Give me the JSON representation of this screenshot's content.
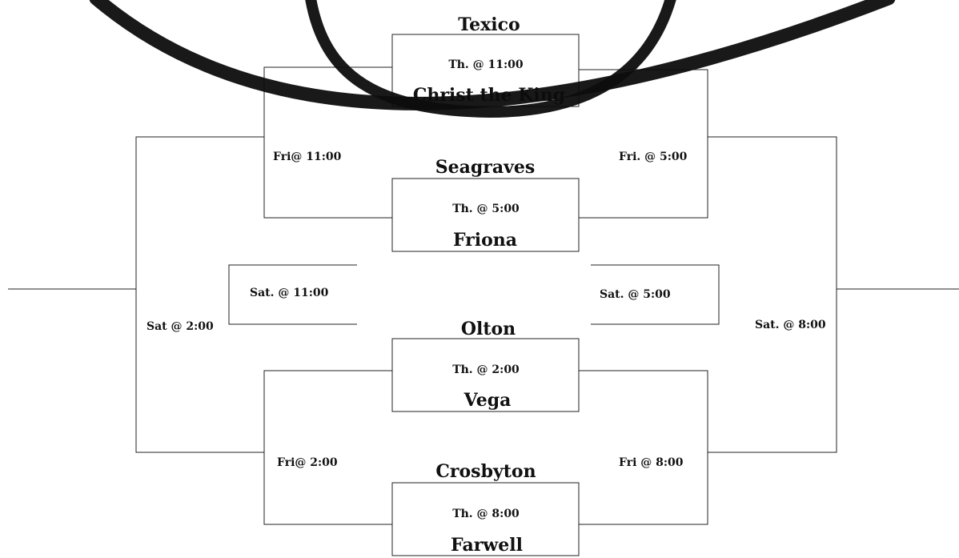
{
  "teams": {
    "texico": "Texico",
    "christ_the_king": "Christ the King",
    "seagraves": "Seagraves",
    "friona": "Friona",
    "olton": "Olton",
    "vega": "Vega",
    "crosbyton": "Crosbyton",
    "farwell": "Farwell"
  },
  "games": {
    "thu_1": "Th. @ 11:00",
    "thu_2": "Th. @ 5:00",
    "thu_3": "Th. @ 2:00",
    "thu_4": "Th. @ 8:00",
    "fri_left_top": "Fri@ 11:00",
    "fri_right_top": "Fri. @ 5:00",
    "fri_left_bottom": "Fri@ 2:00",
    "fri_right_bottom": "Fri @ 8:00",
    "sat_left_inner": "Sat. @ 11:00",
    "sat_right_inner": "Sat. @ 5:00",
    "sat_left_outer": "Sat @ 2:00",
    "sat_right_outer": "Sat. @ 8:00"
  },
  "colors": {
    "line": "#222222",
    "text": "#111111",
    "arc": "#0d0d0d"
  }
}
